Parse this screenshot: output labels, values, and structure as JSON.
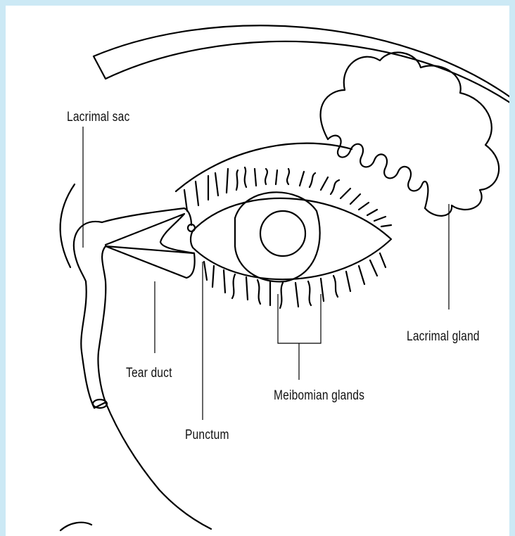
{
  "labels": {
    "lacrimal_sac": "Lacrimal sac",
    "lacrimal_gland": "Lacrimal gland",
    "tear_duct": "Tear duct",
    "meibomian_glands": "Meibomian glands",
    "punctum": "Punctum"
  },
  "colors": {
    "background": "#cce9f5",
    "panel": "#ffffff",
    "line": "#000000"
  }
}
